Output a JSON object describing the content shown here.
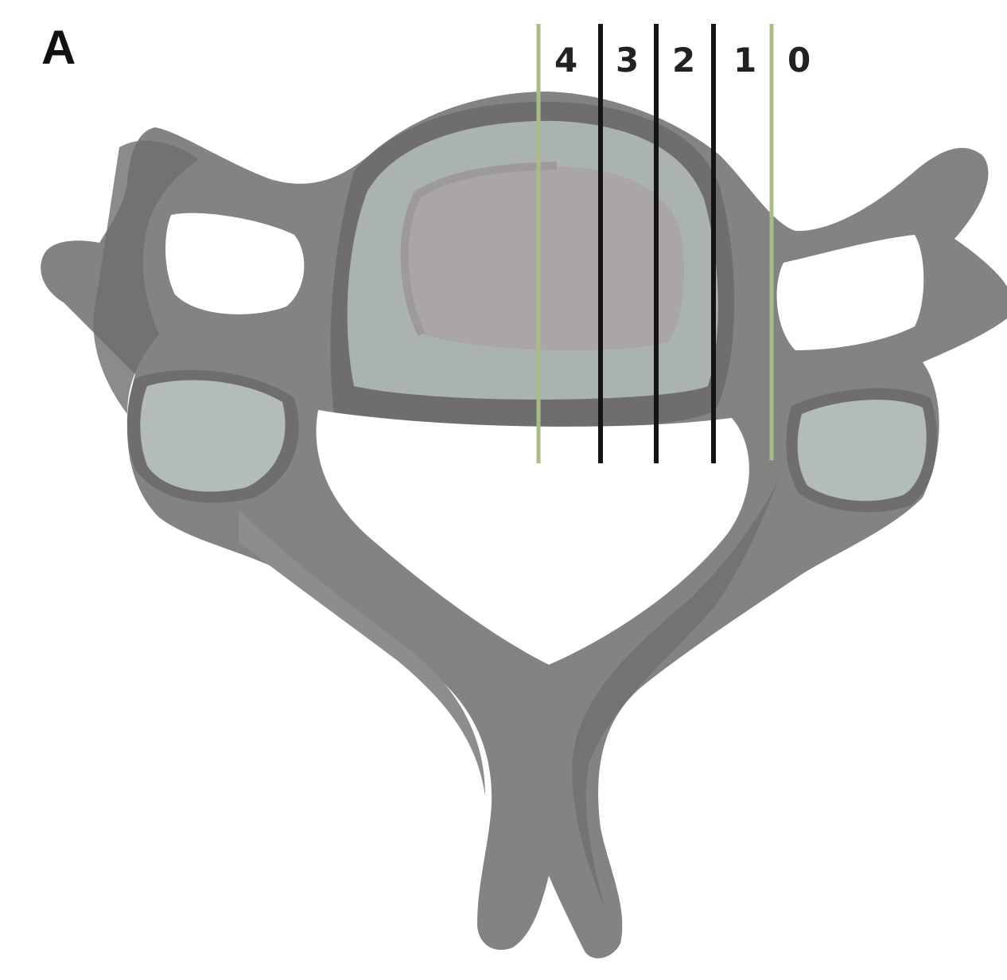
{
  "figure": {
    "panel_label": "A",
    "grade_labels": [
      "4",
      "3",
      "2",
      "1",
      "0"
    ]
  },
  "colors": {
    "bone_dark": "#6f6e6d",
    "bone": "#858382",
    "bone_light": "#8f8d8c",
    "disc_outer": "#aab3b0",
    "disc_inner": "#a9a6a5",
    "facet": "#b4bcb9",
    "boundary_line": "#a8bd83",
    "grade_line": "#141414"
  }
}
